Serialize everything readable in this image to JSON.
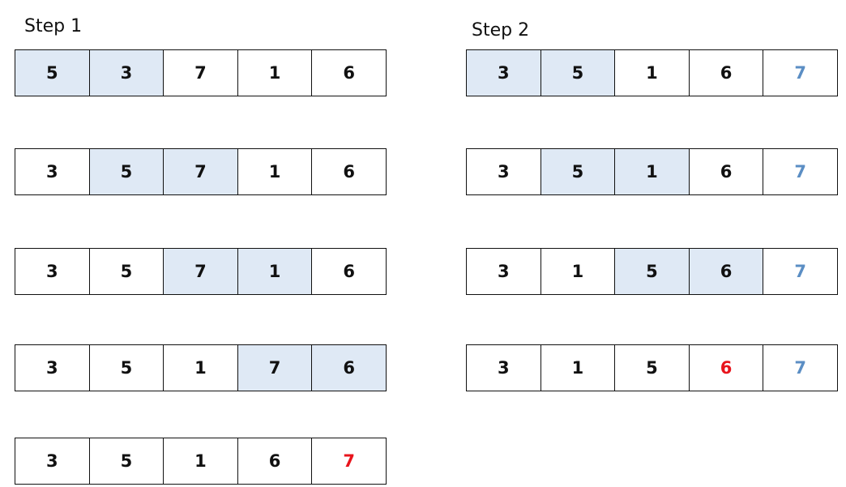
{
  "colors": {
    "highlight_bg": "#dfe9f5",
    "new_sorted_text": "#e8141c",
    "sorted_text": "#5b8ec4"
  },
  "step1": {
    "title": "Step 1",
    "rows": [
      [
        {
          "v": "5",
          "hl": true
        },
        {
          "v": "3",
          "hl": true
        },
        {
          "v": "7"
        },
        {
          "v": "1"
        },
        {
          "v": "6"
        }
      ],
      [
        {
          "v": "3"
        },
        {
          "v": "5",
          "hl": true
        },
        {
          "v": "7",
          "hl": true
        },
        {
          "v": "1"
        },
        {
          "v": "6"
        }
      ],
      [
        {
          "v": "3"
        },
        {
          "v": "5"
        },
        {
          "v": "7",
          "hl": true
        },
        {
          "v": "1",
          "hl": true
        },
        {
          "v": "6"
        }
      ],
      [
        {
          "v": "3"
        },
        {
          "v": "5"
        },
        {
          "v": "1"
        },
        {
          "v": "7",
          "hl": true
        },
        {
          "v": "6",
          "hl": true
        }
      ],
      [
        {
          "v": "3"
        },
        {
          "v": "5"
        },
        {
          "v": "1"
        },
        {
          "v": "6"
        },
        {
          "v": "7",
          "c": "red"
        }
      ]
    ]
  },
  "step2": {
    "title": "Step 2",
    "rows": [
      [
        {
          "v": "3",
          "hl": true
        },
        {
          "v": "5",
          "hl": true
        },
        {
          "v": "1"
        },
        {
          "v": "6"
        },
        {
          "v": "7",
          "c": "blue"
        }
      ],
      [
        {
          "v": "3"
        },
        {
          "v": "5",
          "hl": true
        },
        {
          "v": "1",
          "hl": true
        },
        {
          "v": "6"
        },
        {
          "v": "7",
          "c": "blue"
        }
      ],
      [
        {
          "v": "3"
        },
        {
          "v": "1"
        },
        {
          "v": "5",
          "hl": true
        },
        {
          "v": "6",
          "hl": true
        },
        {
          "v": "7",
          "c": "blue"
        }
      ],
      [
        {
          "v": "3"
        },
        {
          "v": "1"
        },
        {
          "v": "5"
        },
        {
          "v": "6",
          "c": "red"
        },
        {
          "v": "7",
          "c": "blue"
        }
      ]
    ]
  }
}
